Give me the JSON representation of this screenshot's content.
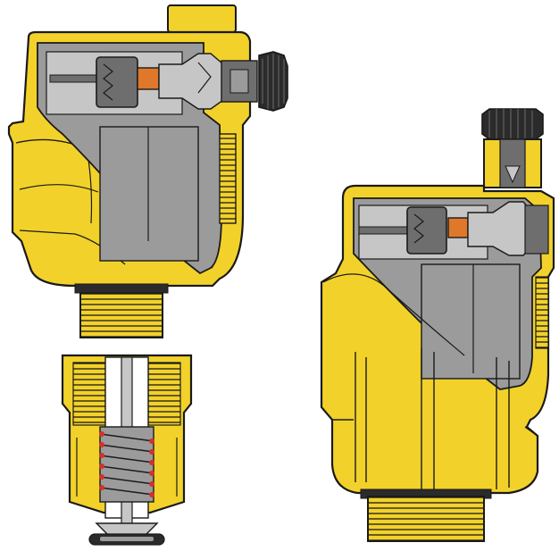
{
  "diagram": {
    "parts": [
      "air-vent-valve-cutaway-left",
      "shut-off-check-valve-cutaway",
      "air-vent-valve-cutaway-right"
    ],
    "colors": {
      "brass": "#f2d22a",
      "brass_shadow": "#c9a812",
      "outline": "#1a1a1a",
      "steel": "#9b9b9b",
      "steel_light": "#c6c6c6",
      "steel_dark": "#6e6e6e",
      "orange": "#e0782a",
      "rubber": "#2b2b2b",
      "spring_red": "#d23030",
      "background": "#ffffff"
    }
  }
}
